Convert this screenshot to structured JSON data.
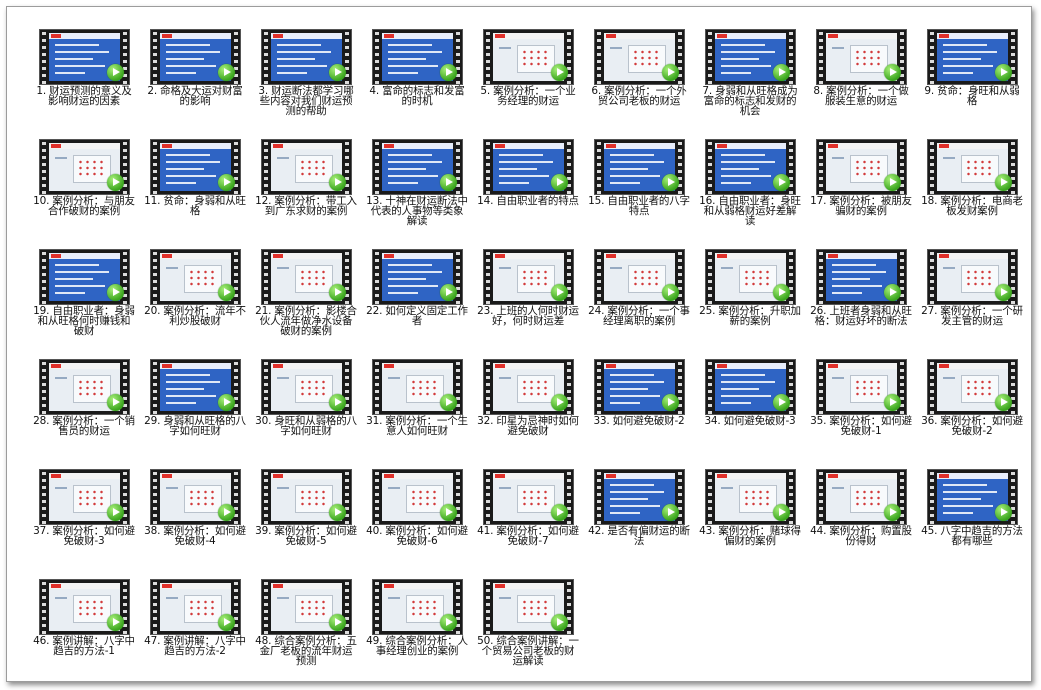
{
  "videos": [
    {
      "title": "1. 财运预测的意义及影响财运的因素",
      "slide": "blue"
    },
    {
      "title": "2. 命格及大运对财富的影响",
      "slide": "blue"
    },
    {
      "title": "3. 财运断法都学习哪些内容对我们财运预测的帮助",
      "slide": "blue"
    },
    {
      "title": "4. 富命的标志和发富的时机",
      "slide": "blue"
    },
    {
      "title": "5. 案例分析：一个业务经理的财运",
      "slide": "gray"
    },
    {
      "title": "6. 案例分析：一个外贸公司老板的财运",
      "slide": "gray"
    },
    {
      "title": "7. 身弱和从旺格成为富命的标志和发财的机会",
      "slide": "blue"
    },
    {
      "title": "8. 案例分析：一个做服装生意的财运",
      "slide": "gray"
    },
    {
      "title": "9. 贫命：身旺和从弱格",
      "slide": "blue"
    },
    {
      "title": "10. 案例分析：与朋友合作破财的案例",
      "slide": "gray"
    },
    {
      "title": "11. 贫命：身弱和从旺格",
      "slide": "blue"
    },
    {
      "title": "12. 案例分析：带工入到广东求财的案例",
      "slide": "gray"
    },
    {
      "title": "13. 十神在财运断法中代表的人事物等类象解读",
      "slide": "blue"
    },
    {
      "title": "14. 自由职业者的特点",
      "slide": "blue"
    },
    {
      "title": "15. 自由职业者的八字特点",
      "slide": "blue"
    },
    {
      "title": "16. 自由职业者：身旺和从弱格财运好差解读",
      "slide": "blue"
    },
    {
      "title": "17. 案例分析：被朋友骗财的案例",
      "slide": "gray"
    },
    {
      "title": "18. 案例分析：电商老板发财案例",
      "slide": "gray"
    },
    {
      "title": "19. 自由职业者：身弱和从旺格何时赚钱和破财",
      "slide": "blue"
    },
    {
      "title": "20. 案例分析：流年不利炒股破财",
      "slide": "gray"
    },
    {
      "title": "21. 案例分析：影楼合伙人流年做净水设备破财的案例",
      "slide": "gray"
    },
    {
      "title": "22. 如何定义固定工作者",
      "slide": "blue"
    },
    {
      "title": "23. 上班的人何时财运好，何时财运差",
      "slide": "gray"
    },
    {
      "title": "24. 案例分析：一个事经理离职的案例",
      "slide": "gray"
    },
    {
      "title": "25. 案例分析：升职加薪的案例",
      "slide": "gray"
    },
    {
      "title": "26. 上班者身弱和从旺格：财运好坏的断法",
      "slide": "blue"
    },
    {
      "title": "27. 案例分析：一个研发主管的财运",
      "slide": "gray"
    },
    {
      "title": "28. 案例分析：一个销售员的财运",
      "slide": "gray"
    },
    {
      "title": "29. 身弱和从旺格的八字如何旺财",
      "slide": "blue"
    },
    {
      "title": "30. 身旺和从弱格的八字如何旺财",
      "slide": "gray"
    },
    {
      "title": "31. 案例分析：一个生意人如何旺财",
      "slide": "gray"
    },
    {
      "title": "32. 印星为忌神时如何避免破财",
      "slide": "gray"
    },
    {
      "title": "33. 如何避免破财-2",
      "slide": "blue"
    },
    {
      "title": "34. 如何避免破财-3",
      "slide": "blue"
    },
    {
      "title": "35. 案例分析：如何避免破财-1",
      "slide": "gray"
    },
    {
      "title": "36. 案例分析：如何避免破财-2",
      "slide": "gray"
    },
    {
      "title": "37. 案例分析：如何避免破财-3",
      "slide": "gray"
    },
    {
      "title": "38. 案例分析：如何避免破财-4",
      "slide": "gray"
    },
    {
      "title": "39. 案例分析：如何避免破财-5",
      "slide": "gray"
    },
    {
      "title": "40. 案例分析：如何避免破财-6",
      "slide": "gray"
    },
    {
      "title": "41. 案例分析：如何避免破财-7",
      "slide": "gray"
    },
    {
      "title": "42. 是否有偏财运的断法",
      "slide": "blue"
    },
    {
      "title": "43. 案例分析：赌球得偏财的案例",
      "slide": "gray"
    },
    {
      "title": "44. 案例分析：购置股份得财",
      "slide": "gray"
    },
    {
      "title": "45. 八字中趋吉的方法都有哪些",
      "slide": "blue"
    },
    {
      "title": "46. 案例讲解：八字中趋吉的方法-1",
      "slide": "gray"
    },
    {
      "title": "47. 案例讲解：八字中趋吉的方法-2",
      "slide": "gray"
    },
    {
      "title": "48. 综合案例分析：五金厂老板的流年财运预测",
      "slide": "gray"
    },
    {
      "title": "49. 综合案例分析：人事经理创业的案例",
      "slide": "gray"
    },
    {
      "title": "50. 综合案例讲解：一个贸易公司老板的财运解读",
      "slide": "gray"
    }
  ]
}
